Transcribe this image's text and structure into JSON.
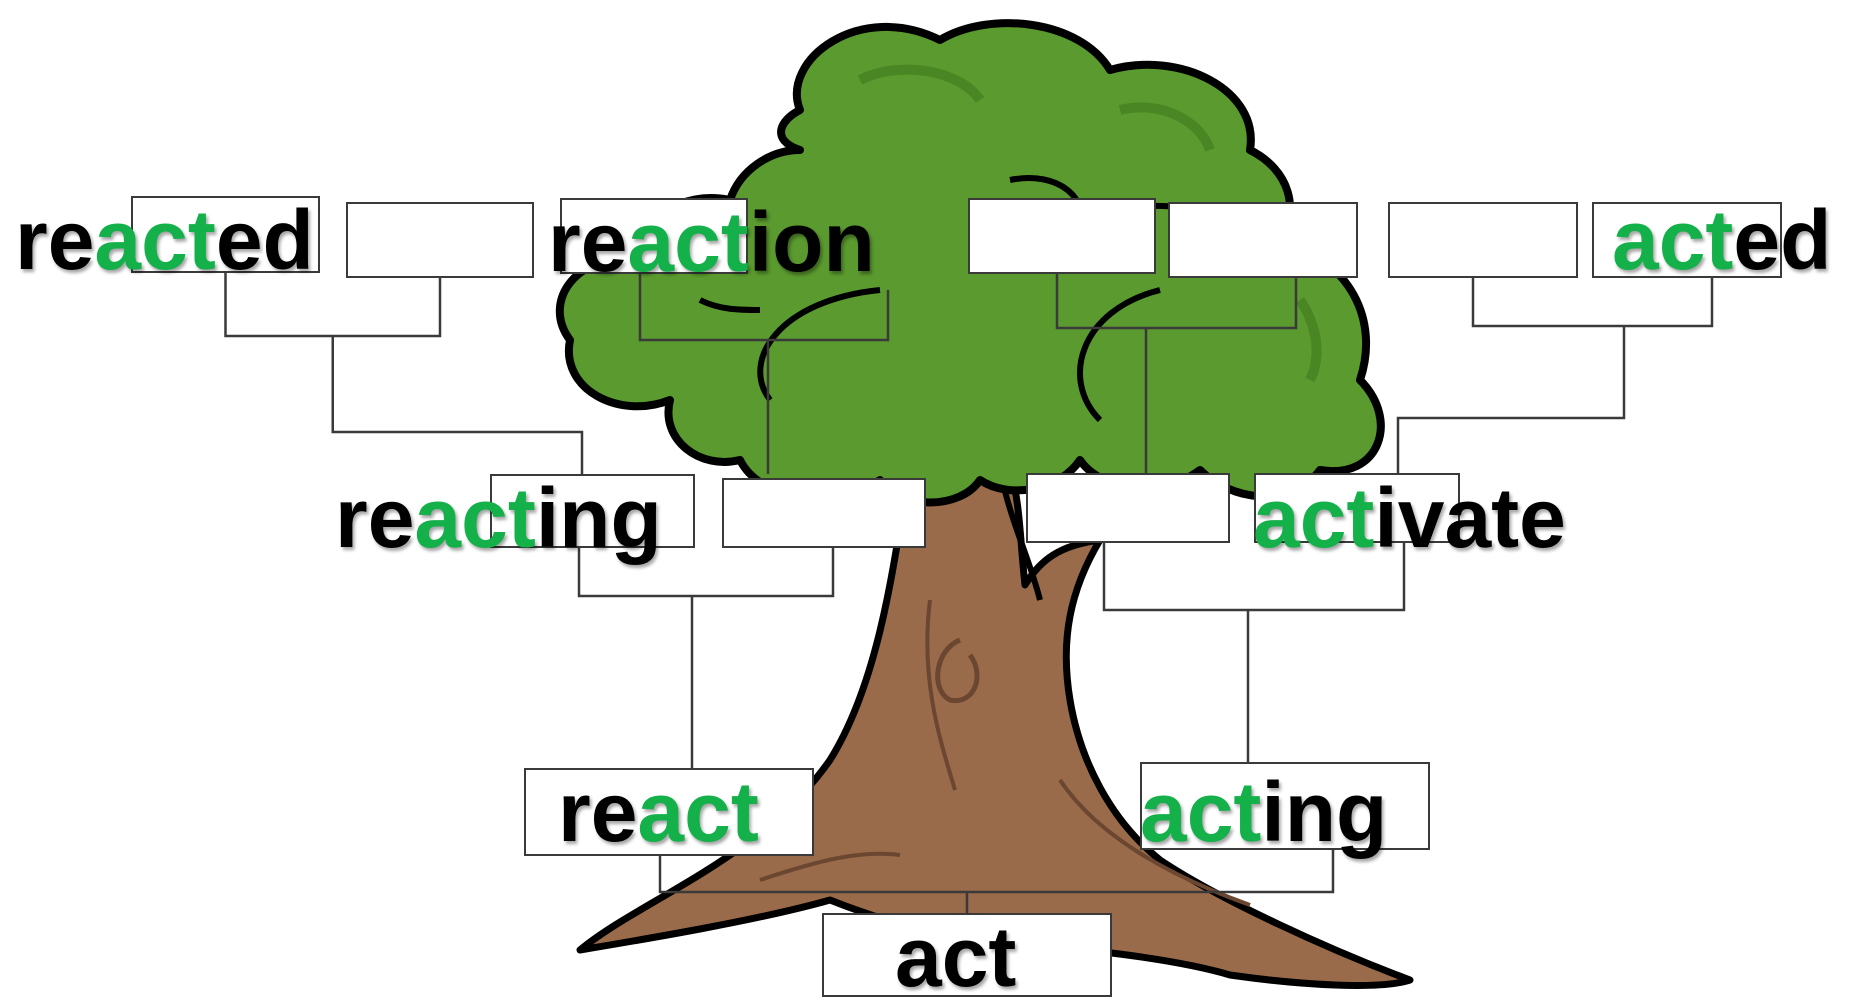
{
  "colors": {
    "root_highlight": "#14b04a",
    "text": "#000000",
    "foliage": "#5a9a2e",
    "foliage_dark": "#3f7a1e",
    "trunk": "#9a6b4a",
    "trunk_line": "#6b4630",
    "outline": "#000000",
    "connector": "#3a3a3a"
  },
  "tree": {
    "root_word": {
      "parts": [
        {
          "text": "act",
          "hl": false
        }
      ]
    },
    "level1": [
      {
        "parts": [
          {
            "text": "re",
            "hl": false
          },
          {
            "text": "act",
            "hl": true
          }
        ]
      },
      {
        "parts": [
          {
            "text": "act",
            "hl": true
          },
          {
            "text": "ing",
            "hl": false
          }
        ]
      }
    ],
    "level2": [
      {
        "parts": [
          {
            "text": "re",
            "hl": false
          },
          {
            "text": "act",
            "hl": true
          },
          {
            "text": "ing",
            "hl": false
          }
        ]
      },
      {
        "parts": []
      },
      {
        "parts": []
      },
      {
        "parts": [
          {
            "text": "act",
            "hl": true
          },
          {
            "text": "ivate",
            "hl": false
          }
        ]
      }
    ],
    "level3": [
      {
        "parts": [
          {
            "text": "re",
            "hl": false
          },
          {
            "text": "act",
            "hl": true
          },
          {
            "text": "ed",
            "hl": false
          }
        ]
      },
      {
        "parts": []
      },
      {
        "parts": [
          {
            "text": "re",
            "hl": false
          },
          {
            "text": "act",
            "hl": true
          },
          {
            "text": "ion",
            "hl": false
          }
        ]
      },
      {
        "parts": []
      },
      {
        "parts": []
      },
      {
        "parts": []
      },
      {
        "parts": [
          {
            "text": "act",
            "hl": true
          },
          {
            "text": "ed",
            "hl": false
          }
        ]
      }
    ]
  }
}
